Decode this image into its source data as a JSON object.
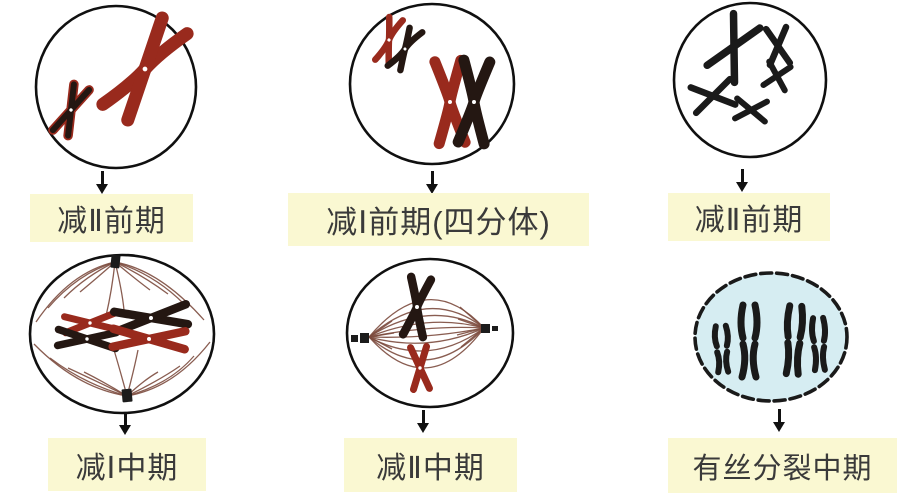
{
  "cells": [
    {
      "name": "meiosis-ii-prophase-a",
      "label": "减Ⅱ前期"
    },
    {
      "name": "meiosis-i-prophase-tetrad",
      "label": "减Ⅰ前期(四分体)"
    },
    {
      "name": "meiosis-ii-prophase-b",
      "label": "减Ⅱ前期"
    },
    {
      "name": "meiosis-i-metaphase",
      "label": "减Ⅰ中期"
    },
    {
      "name": "meiosis-ii-metaphase",
      "label": "减Ⅱ中期"
    },
    {
      "name": "mitosis-metaphase",
      "label": "有丝分裂中期"
    }
  ],
  "colors": {
    "background": "#ffffff",
    "label_background": "#faf8d2",
    "label_text": "#3a3a3a",
    "chromosome_red": "#992a1d",
    "chromosome_dark": "#241712",
    "chromosome_black": "#1a1a1a",
    "spindle_fiber": "#7c4b3e",
    "cell_membrane": "#101010",
    "mitosis_cytoplasm": "#d6edf2",
    "arrow": "#111111"
  }
}
